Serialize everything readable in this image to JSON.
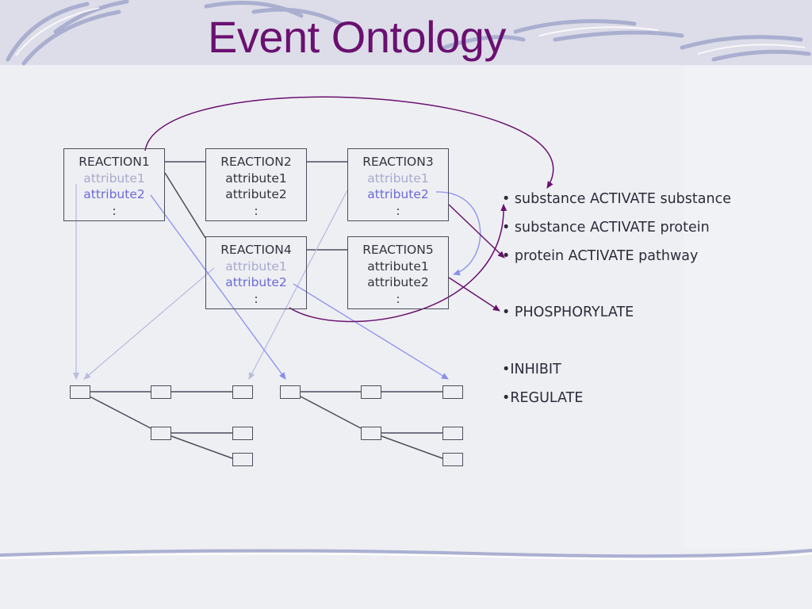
{
  "slide": {
    "title": "Event Ontology",
    "colors": {
      "title": "#6a1070",
      "accent_line": "#6a1070",
      "soft_arrow": "#8a8ef0",
      "faint_arrow": "#b8bde0"
    }
  },
  "reactions": [
    {
      "name": "REACTION1",
      "lines": [
        "attribute1",
        "attribute2",
        ":"
      ]
    },
    {
      "name": "REACTION2",
      "lines": [
        "attribute1",
        "attribute2",
        ":"
      ]
    },
    {
      "name": "REACTION3",
      "lines": [
        "attribute1",
        "attribute2",
        ":"
      ]
    },
    {
      "name": "REACTION4",
      "lines": [
        "attribute1",
        "attribute2",
        ":"
      ]
    },
    {
      "name": "REACTION5",
      "lines": [
        "attribute1",
        "attribute2",
        ":"
      ]
    }
  ],
  "event_types": [
    "• substance ACTIVATE substance",
    "• substance ACTIVATE protein",
    "• protein ACTIVATE pathway",
    "• PHOSPHORYLATE",
    "•INHIBIT",
    "•REGULATE"
  ]
}
